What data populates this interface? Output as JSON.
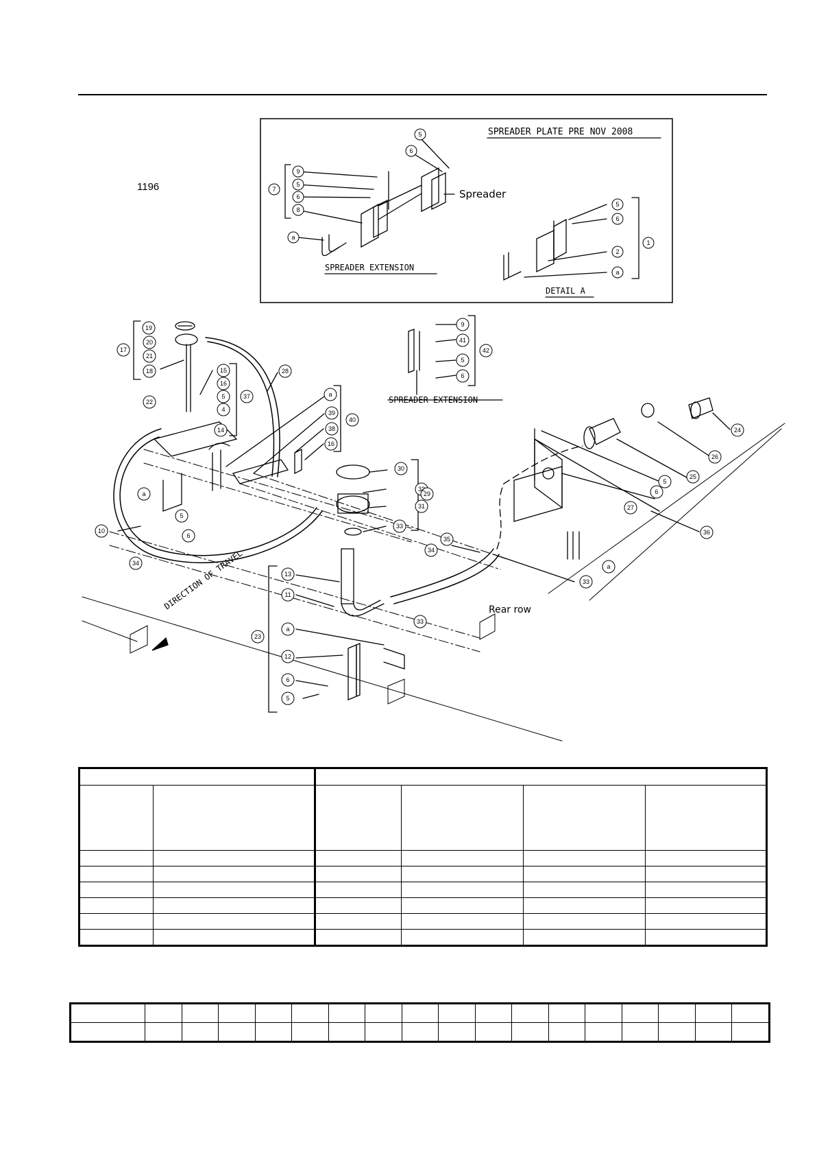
{
  "page": {
    "drawing_number": "1196"
  },
  "inset": {
    "title": "SPREADER PLATE PRE NOV 2008",
    "spreader_label": "Spreader",
    "spreader_extension_label": "SPREADER EXTENSION",
    "detail_label": "DETAIL A",
    "callouts": [
      "5",
      "6",
      "9",
      "5",
      "6",
      "8",
      "7",
      "a",
      "5",
      "6",
      "1",
      "2",
      "a"
    ]
  },
  "main_diagram": {
    "spreader_extension_label": "SPREADER EXTENSION",
    "direction_label": "DIRECTION OF TRAVEL",
    "rear_row_label": "Rear row",
    "callouts": [
      "19",
      "20",
      "21",
      "18",
      "17",
      "22",
      "15",
      "16",
      "5",
      "4",
      "14",
      "37",
      "28",
      "a",
      "39",
      "40",
      "38",
      "16",
      "9",
      "41",
      "5",
      "6",
      "42",
      "a",
      "5",
      "6",
      "10",
      "34",
      "30",
      "32",
      "31",
      "29",
      "33",
      "35",
      "34",
      "13",
      "11",
      "33",
      "23",
      "a",
      "12",
      "6",
      "5",
      "24",
      "26",
      "25",
      "27",
      "6",
      "5",
      "36",
      "a",
      "33"
    ]
  },
  "parts_table": {
    "header": [
      "",
      ""
    ],
    "columns": [
      "",
      "",
      "",
      "",
      "",
      ""
    ],
    "rows": [
      [
        "",
        "",
        "",
        "",
        "",
        ""
      ],
      [
        "",
        "",
        "",
        "",
        "",
        ""
      ],
      [
        "",
        "",
        "",
        "",
        "",
        ""
      ],
      [
        "",
        "",
        "",
        "",
        "",
        ""
      ],
      [
        "",
        "",
        "",
        "",
        "",
        ""
      ],
      [
        "",
        "",
        "",
        "",
        "",
        ""
      ]
    ]
  },
  "count_table": {
    "rows": [
      [
        "",
        "",
        "",
        "",
        "",
        "",
        "",
        "",
        "",
        "",
        "",
        "",
        "",
        "",
        "",
        "",
        "",
        ""
      ],
      [
        "",
        "",
        "",
        "",
        "",
        "",
        "",
        "",
        "",
        "",
        "",
        "",
        "",
        "",
        "",
        "",
        "",
        ""
      ]
    ]
  }
}
